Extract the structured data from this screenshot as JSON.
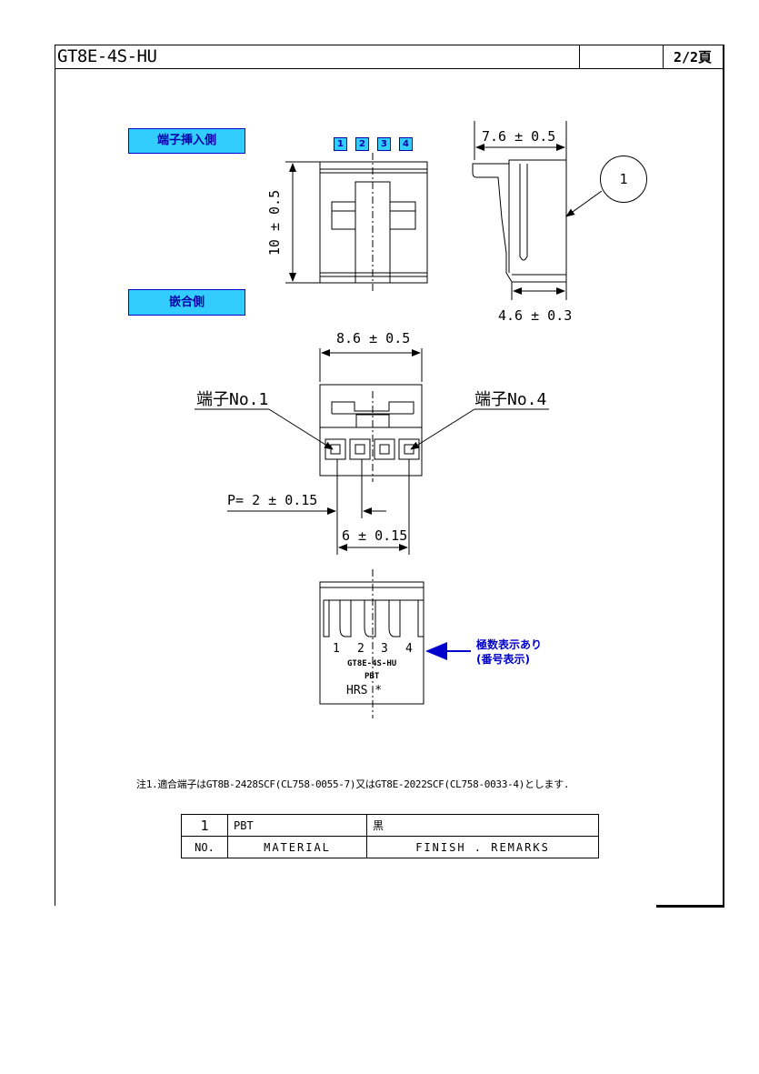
{
  "header": {
    "title": "GT8E-4S-HU",
    "page": "2/2頁"
  },
  "views": {
    "insert_side_label": "端子挿入側",
    "mating_side_label": "嵌合側",
    "pin_numbers": [
      "1",
      "2",
      "3",
      "4"
    ]
  },
  "dimensions": {
    "height": "10 ± 0.5",
    "side_width_top": "7.6 ± 0.5",
    "side_width_bottom": "4.6 ± 0.3",
    "front_width": "8.6 ± 0.5",
    "pitch": "P= 2 ± 0.15",
    "pin_span": "6 ± 0.15"
  },
  "callouts": {
    "part_ref": "1",
    "terminal_no1": "端子No.1",
    "terminal_no4": "端子No.4"
  },
  "bottom_view": {
    "pin_labels": [
      "1",
      "2",
      "3",
      "4"
    ],
    "part_marking": "GT8E-4S-HU",
    "material_marking": "PBT",
    "brand_marking": "HRS *",
    "polarity_note_line1": "極数表示あり",
    "polarity_note_line2": "(番号表示)"
  },
  "note": "注1.適合端子はGT8B-2428SCF(CL758-0055-7)又はGT8E-2022SCF(CL758-0033-4)とします.",
  "material_table": {
    "row": {
      "no": "1",
      "material": "PBT",
      "finish": "黒"
    },
    "header": {
      "no": "NO.",
      "material": "MATERIAL",
      "finish": "FINISH . REMARKS"
    }
  },
  "colors": {
    "label_fill": "#33ccff",
    "label_text": "#0000aa",
    "arrow": "#0000cc"
  }
}
